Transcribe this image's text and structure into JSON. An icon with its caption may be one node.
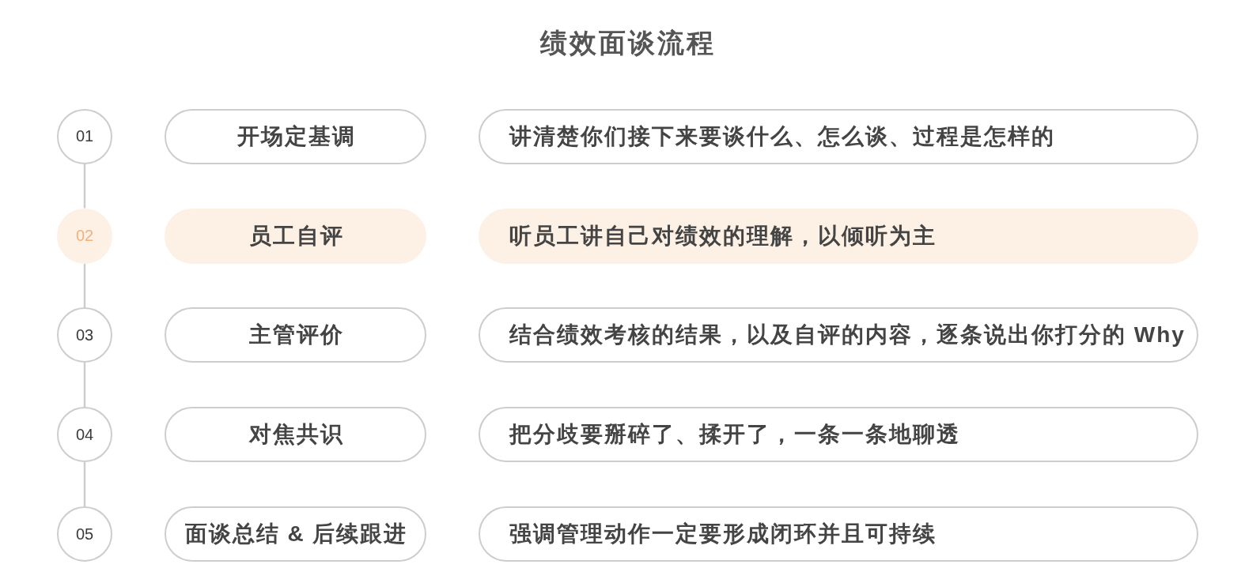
{
  "diagram": {
    "title": "绩效面谈流程",
    "nodes": [
      {
        "text": [
          "01"
        ]
      },
      {
        "text": [
          "开场定基调"
        ]
      },
      {
        "text": [
          "讲清楚你们接下来要谈什么、怎么谈、过程是怎样的"
        ]
      },
      {
        "text": [
          "02"
        ]
      },
      {
        "text": [
          "员工自评"
        ]
      },
      {
        "text": [
          "听员工讲自己对绩效的理解，以倾听为主"
        ]
      },
      {
        "text": [
          "03"
        ]
      },
      {
        "text": [
          "主管评价"
        ]
      },
      {
        "text": [
          "结合绩效考核的结果，以及自评的内容，逐条说出你打分的 Why"
        ]
      },
      {
        "text": [
          "04"
        ]
      },
      {
        "text": [
          "对焦共识"
        ]
      },
      {
        "text": [
          "把分歧要掰碎了、揉开了，一条一条地聊透"
        ]
      },
      {
        "text": [
          "05"
        ]
      },
      {
        "text": [
          "面谈总结 & 后续跟进"
        ]
      },
      {
        "text": [
          "强调管理动作一定要形成闭环并且可持续"
        ]
      }
    ],
    "edges": [
      {
        "from": 0,
        "to": 3,
        "arrow": "none"
      },
      {
        "from": 3,
        "to": 6,
        "arrow": "none"
      },
      {
        "from": 6,
        "to": 9,
        "arrow": "none"
      },
      {
        "from": 9,
        "to": 12,
        "arrow": "none"
      }
    ]
  }
}
